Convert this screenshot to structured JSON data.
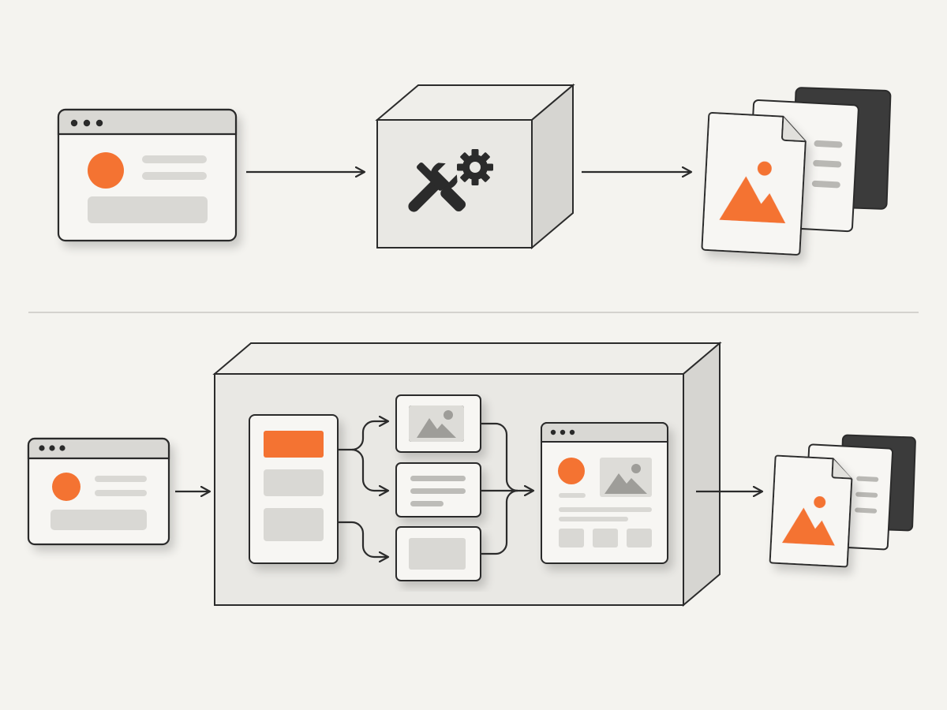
{
  "colors": {
    "background": "#f4f3ef",
    "accent": "#f47332",
    "stroke": "#2b2b2b",
    "placeholder_gray": "#d9d8d4",
    "box_face": "#e9e8e4",
    "box_top": "#efeeea",
    "box_side": "#d6d5d1",
    "dark_page": "#3b3b3b"
  },
  "icons": {
    "process_box_tools": "wrench-and-gear-icon",
    "output_image": "mountain-image-icon",
    "window_controls": "three-dots-icon"
  },
  "top_flow": {
    "stages": [
      "web-page-window",
      "processing-box",
      "output-document-stack"
    ]
  },
  "bottom_flow": {
    "stages": [
      "web-page-window",
      "pipeline-box",
      "output-document-stack"
    ],
    "pipeline_components": [
      "source-layout-panel",
      "image-block-card",
      "text-block-card",
      "media-block-card",
      "assembled-page-window"
    ]
  }
}
